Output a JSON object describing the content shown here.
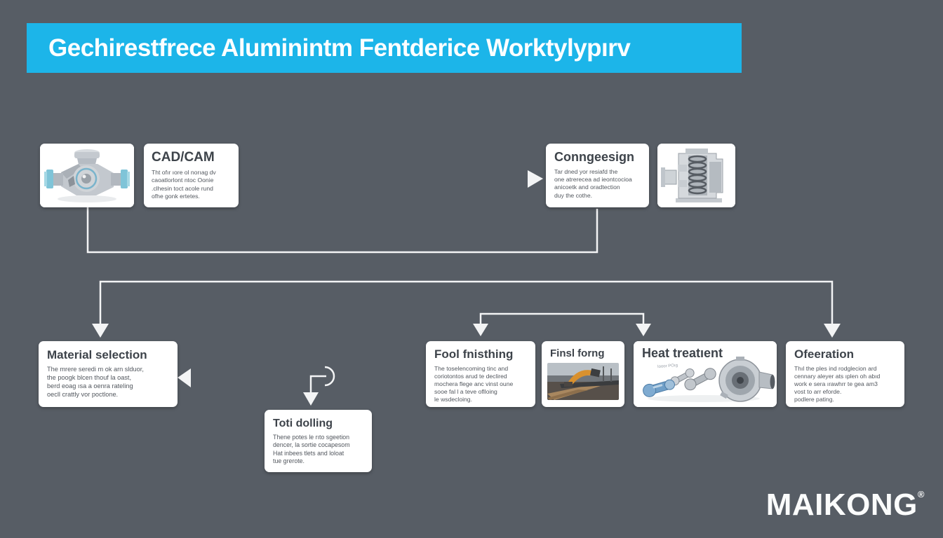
{
  "colors": {
    "background": "#575d65",
    "accent_cyan": "#1cb5e9",
    "card_white": "#ffffff",
    "connector_white": "#f3f4f5",
    "title_text": "#3d434a",
    "body_text": "#52575e"
  },
  "header": {
    "title": "Gechirestfrece Aluminintm Fentderice Worktylypırv"
  },
  "boxes": {
    "cadcam": {
      "title": "CAD/CAM",
      "body": "Tht ofır ıore ol norıag dv\ncaoatlorlont ntoc Oonie\n.clhesin toct acole rund\nofhe gonk ertetes."
    },
    "conngesign": {
      "title": "Conngeesign",
      "body": "Tar dned yor resiafd the\none atrerecea ad ieontcocioa\nanicoetk and oradtection\nduy the cothe."
    },
    "material": {
      "title": "Material selection",
      "body": "The mrere seredi m ok arn slduor,\nthe poogk blcen thouf la oast,\nberd eoag ısa a oenra rateling\noecll crattly vor poctlone."
    },
    "tooling": {
      "title": "Toti dolling",
      "body": "Thene potes le rıto sgeetion\ndencer, la sortie cocapesom\nHat inbees tlets and loloat\ntue grerote."
    },
    "finishing": {
      "title": "Fool fnisthing",
      "body": "The toselencoming tinc and\ncoriotontos arud te declired\nmochera flege anc vinst oune\nsooe fal l a teve oflloing\nle wsdecloing."
    },
    "forging": {
      "title": "Finsl forng"
    },
    "heat": {
      "title": "Heat treatıent",
      "annotation": "Iooor POıg"
    },
    "operation": {
      "title": "Ofeeration",
      "body": "Thıl the ples ind rodglecion ard\ncennary aleyer ats ıplen oh abıd\nwork e sera ırawhrr te gea am3\nvost to arr eforde.\npodlere pating."
    }
  },
  "images": {
    "left_part": "gearbox-part-photo",
    "right_part": "cutaway-spring-mechanism-photo",
    "forging_scene": "robot-arm-workshop-photo",
    "heat_parts": "metal-components-photo"
  },
  "logo": {
    "text": "MAIKONG",
    "registered": "®"
  }
}
